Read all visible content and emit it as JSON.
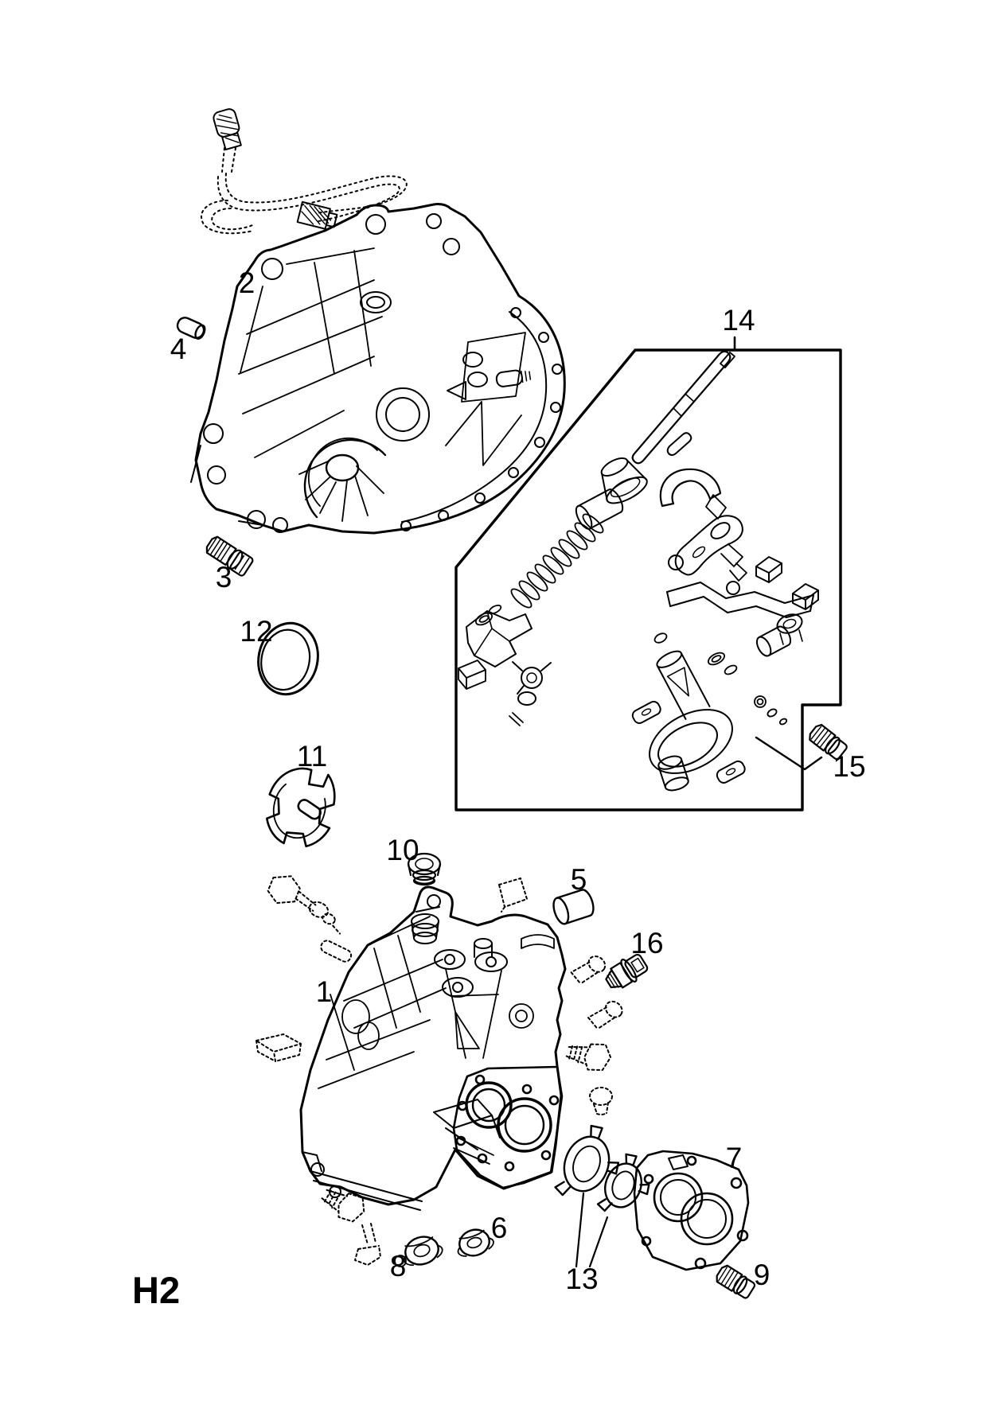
{
  "page_code": "H2",
  "figure": {
    "type": "exploded-parts-diagram",
    "subject": "manual transmission case, clutch housing and gear selector mechanism"
  },
  "colors": {
    "line": "#000000",
    "background": "#ffffff"
  },
  "part_labels": [
    "1",
    "2",
    "3",
    "4",
    "5",
    "6",
    "7",
    "8",
    "9",
    "10",
    "11",
    "12",
    "13",
    "14",
    "15",
    "16"
  ],
  "grouped_assembly_label": "14"
}
